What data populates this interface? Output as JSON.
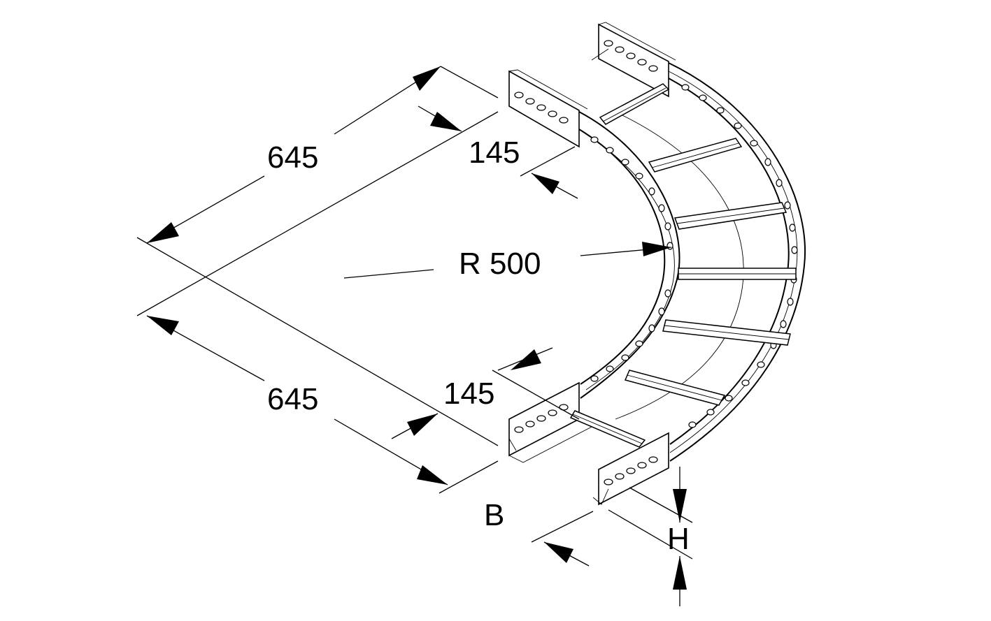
{
  "labels": {
    "len_top": "645",
    "len_bottom": "645",
    "straight_top": "145",
    "straight_bottom": "145",
    "radius": "R 500",
    "width": "B",
    "height": "H"
  }
}
